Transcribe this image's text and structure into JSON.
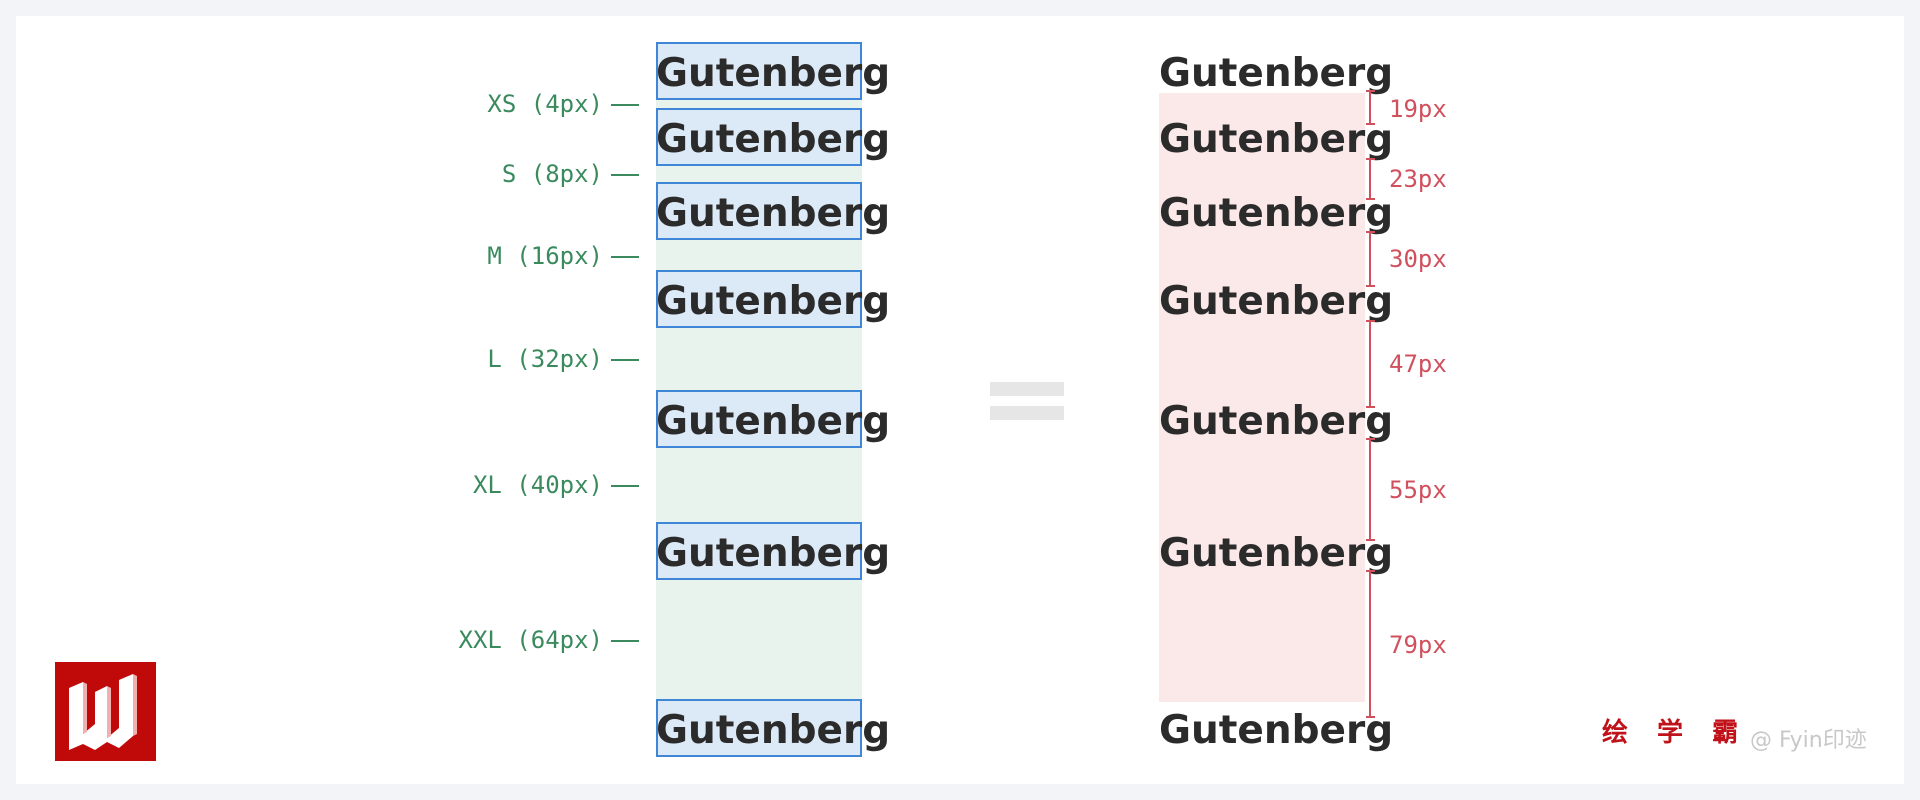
{
  "word": "Gutenberg",
  "spacing_labels": [
    "XS (4px)",
    "S (8px)",
    "M (16px)",
    "L (32px)",
    "XL (40px)",
    "XXL (64px)"
  ],
  "distance_labels": [
    "19px",
    "23px",
    "30px",
    "47px",
    "55px",
    "79px"
  ],
  "brand_text": "绘 学 霸",
  "credit_text": "@ Fyin印迹",
  "colors": {
    "spacing_label": "#3a8a5e",
    "distance_label": "#d0505e",
    "text_box_fill": "#dce9f6",
    "text_box_border": "#3f86d6",
    "gap_green": "#e9f3ee",
    "gap_pink": "#fbe9ea",
    "logo": "#c00a0a"
  }
}
